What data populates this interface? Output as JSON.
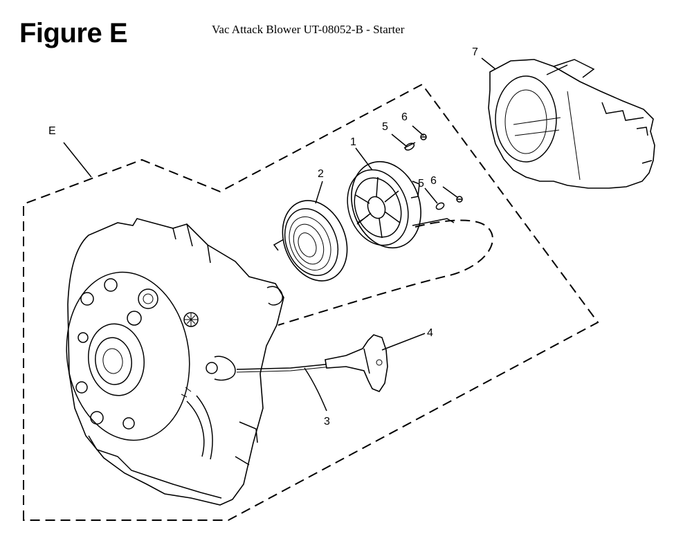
{
  "figure": {
    "label": "Figure E",
    "title": "Vac Attack Blower UT-08052-B - Starter"
  },
  "callouts": {
    "assembly": "E",
    "part_1": "1",
    "part_2": "2",
    "part_3": "3",
    "part_4": "4",
    "part_5a": "5",
    "part_5b": "5",
    "part_6a": "6",
    "part_6b": "6",
    "part_7": "7"
  }
}
